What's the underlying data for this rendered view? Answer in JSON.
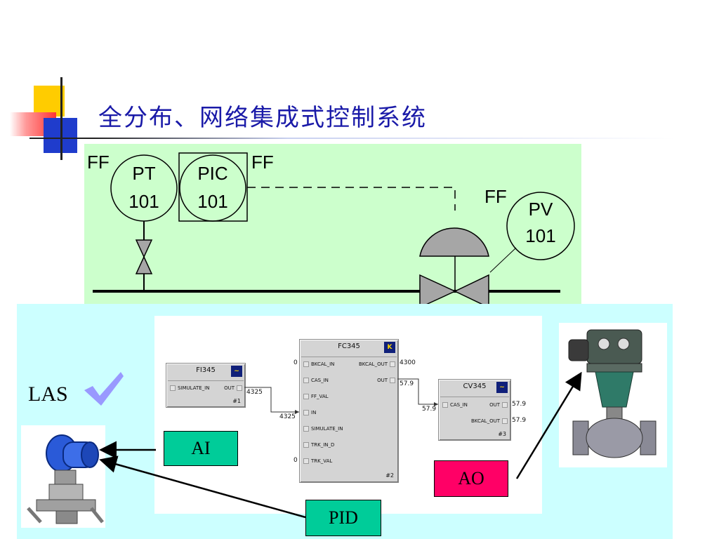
{
  "slide": {
    "title": "全分布、网络集成式控制系统"
  },
  "pid_diagram": {
    "ff_labels": [
      "FF",
      "FF",
      "FF"
    ],
    "pt": {
      "tag": "PT",
      "number": "101"
    },
    "pic": {
      "tag": "PIC",
      "number": "101"
    },
    "pv": {
      "tag": "PV",
      "number": "101"
    }
  },
  "function_blocks": {
    "fi345": {
      "name": "FI345",
      "ports": [
        "SIMULATE_IN",
        "OUT"
      ],
      "number": "#1",
      "out_value": "4325"
    },
    "fc345": {
      "name": "FC345",
      "inputs": [
        "BKCAL_IN",
        "CAS_IN",
        "FF_VAL",
        "IN",
        "SIMULATE_IN",
        "TRK_IN_D",
        "TRK_VAL"
      ],
      "outputs": [
        "BKCAL_OUT",
        "OUT"
      ],
      "number": "#2",
      "bkcal_in_value": "0",
      "bkcal_out_value": "4300",
      "out_value": "57.9",
      "in_value": "4325",
      "trk_val_value": "0"
    },
    "cv345": {
      "name": "CV345",
      "inputs": [
        "CAS_IN"
      ],
      "outputs": [
        "OUT",
        "BKCAL_OUT"
      ],
      "number": "#3",
      "cas_in_value": "57.9",
      "out_value": "57.9",
      "bkcal_out_value": "57.9"
    }
  },
  "labels": {
    "las": "LAS",
    "ai": "AI",
    "ao": "AO",
    "pid": "PID"
  },
  "colors": {
    "pid_panel": "#ccffcc",
    "bottom_panel": "#ccffff",
    "ai_box": "#00cc99",
    "ao_box": "#ff0066",
    "pid_box": "#00cc99",
    "title": "#1a1aa8",
    "valve_gray": "#a6a6a6",
    "checkmark": "#9999ff"
  },
  "icons": [
    "checkmark-icon",
    "transmitter-photo",
    "control-valve-photo"
  ]
}
